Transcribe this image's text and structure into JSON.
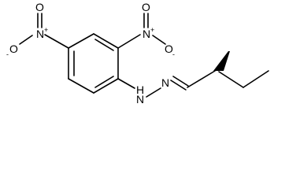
{
  "molecule": {
    "labels": {
      "nitro_top_O_double": "O",
      "nitro_top_N": "N",
      "nitro_top_N_charge": "+",
      "nitro_top_O_minus": "O",
      "nitro_top_O_charge": "-",
      "nitro_left_O_double": "O",
      "nitro_left_N": "N",
      "nitro_left_N_charge": "+",
      "nitro_left_O_minus": "O",
      "nitro_left_O_charge": "-",
      "hydrazone_N1": "N",
      "hydrazone_N1_H": "H",
      "hydrazone_N2": "N"
    }
  }
}
